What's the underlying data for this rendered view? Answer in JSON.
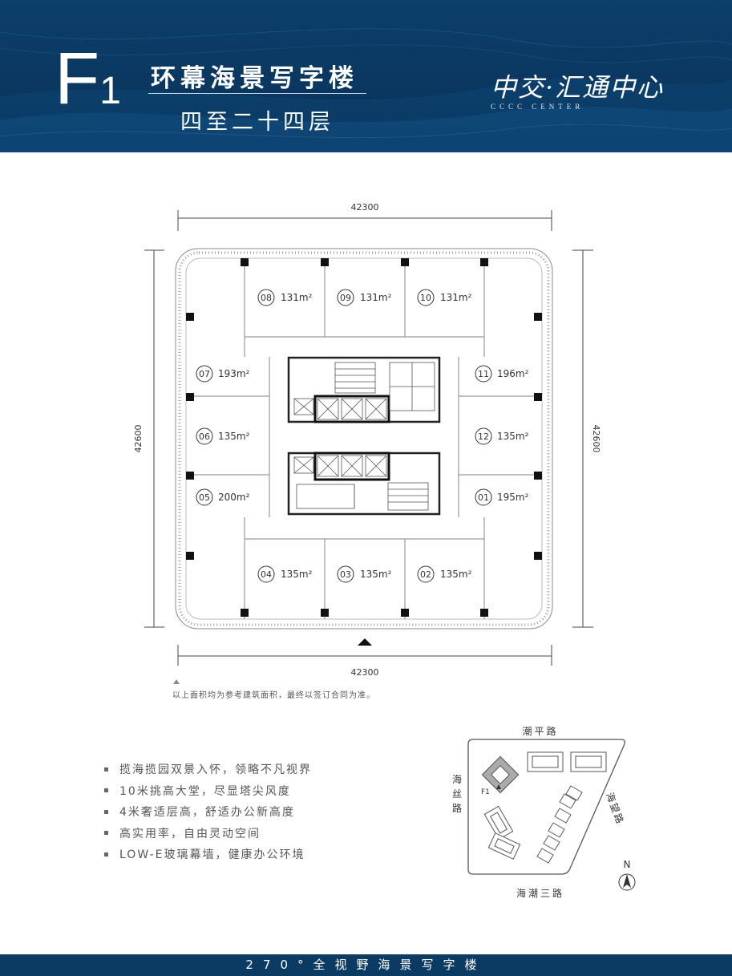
{
  "header": {
    "code_letter": "F",
    "code_number": "1",
    "title": "环幕海景写字楼",
    "subtitle": "四至二十四层",
    "brand_name": "中交·汇通中心",
    "brand_sub": "CCCC CENTER",
    "colors": {
      "background": "#0a3760",
      "text": "#ffffff"
    }
  },
  "plan": {
    "dim_top": "42300",
    "dim_bottom": "42300",
    "dim_left": "42600",
    "dim_right": "42600",
    "units": [
      {
        "num": "08",
        "area": "131m²"
      },
      {
        "num": "09",
        "area": "131m²"
      },
      {
        "num": "10",
        "area": "131m²"
      },
      {
        "num": "07",
        "area": "193m²"
      },
      {
        "num": "11",
        "area": "196m²"
      },
      {
        "num": "06",
        "area": "135m²"
      },
      {
        "num": "12",
        "area": "135m²"
      },
      {
        "num": "05",
        "area": "200m²"
      },
      {
        "num": "01",
        "area": "195m²"
      },
      {
        "num": "04",
        "area": "135m²"
      },
      {
        "num": "03",
        "area": "135m²"
      },
      {
        "num": "02",
        "area": "135m²"
      }
    ]
  },
  "note": "以上面积均为参考建筑面积，最终以签订合同为准。",
  "features": [
    "揽海揽园双景入怀，领略不凡视界",
    "10米挑高大堂，尽显塔尖风度",
    "4米奢适层高，舒适办公新高度",
    "高实用率，自由灵动空间",
    "LOW-E玻璃幕墙，健康办公环境"
  ],
  "site_map": {
    "road_top": "潮平路",
    "road_left": "海丝路",
    "road_right": "海望路",
    "road_bottom": "海潮三路",
    "building_label": "F1",
    "north": "N"
  },
  "footer": "270°全视野海景写字楼"
}
